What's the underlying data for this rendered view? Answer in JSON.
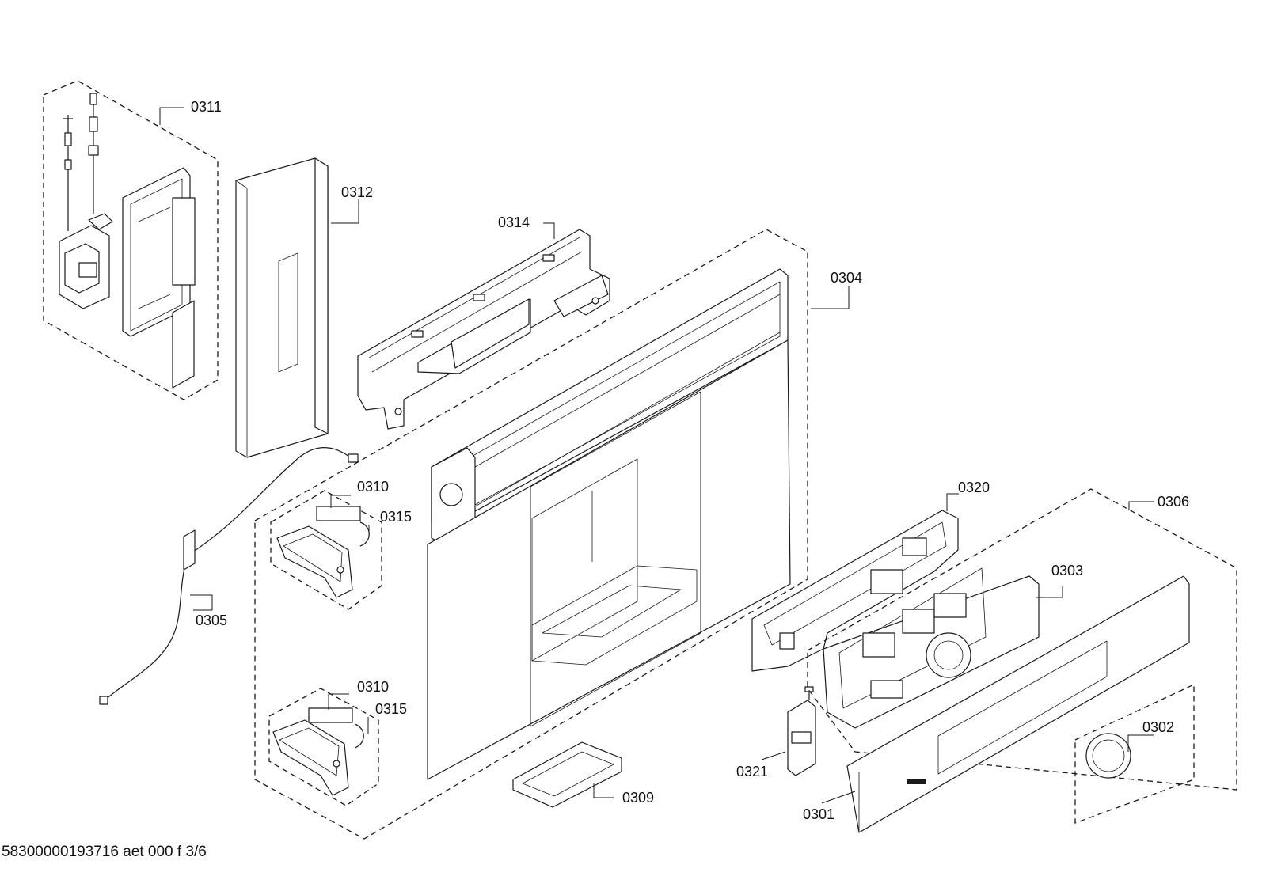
{
  "labels": {
    "p0301": "0301",
    "p0302": "0302",
    "p0303": "0303",
    "p0304": "0304",
    "p0305": "0305",
    "p0306": "0306",
    "p0309": "0309",
    "p0310a": "0310",
    "p0310b": "0310",
    "p0311": "0311",
    "p0312": "0312",
    "p0314": "0314",
    "p0315a": "0315",
    "p0315b": "0315",
    "p0320": "0320",
    "p0321": "0321"
  },
  "footer": "58300000193716 aet 000 f 3/6"
}
